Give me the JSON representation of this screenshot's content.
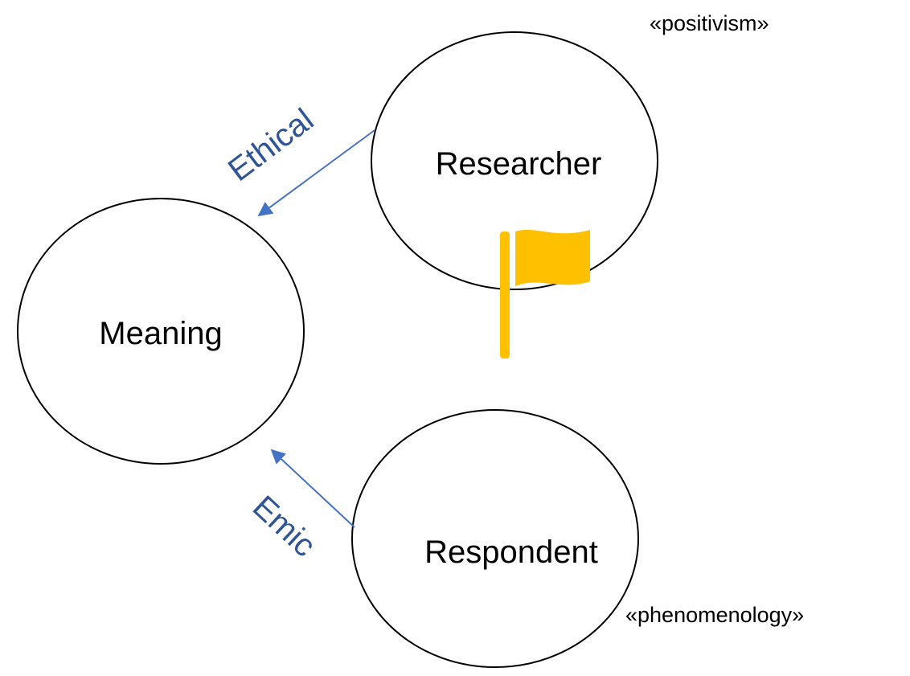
{
  "nodes": {
    "researcher": "Researcher",
    "meaning": "Meaning",
    "respondent": "Respondent"
  },
  "edges": {
    "researcher_to_meaning": "Ethical",
    "respondent_to_meaning": "Emic"
  },
  "paradigms": {
    "top": "«positivism»",
    "bottom": "«phenomenology»"
  },
  "icons": {
    "flag": "flag-icon"
  },
  "colors": {
    "arrow": "#4472c4",
    "edge_label": "#2f5597",
    "flag": "#ffc000",
    "outline": "#000000"
  }
}
